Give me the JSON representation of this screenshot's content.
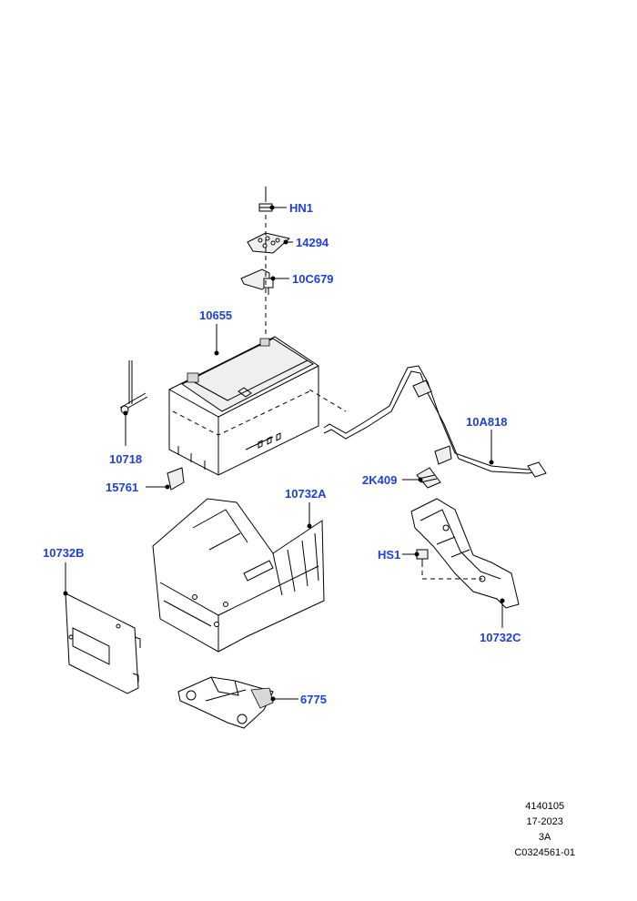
{
  "parts": {
    "hn1": "HN1",
    "p14294": "14294",
    "p10c679": "10C679",
    "p10655": "10655",
    "p10718": "10718",
    "p10a818": "10A818",
    "p15761": "15761",
    "p10732a": "10732A",
    "p2k409": "2K409",
    "p10732b": "10732B",
    "hs1": "HS1",
    "p10732c": "10732C",
    "p6775": "6775"
  },
  "footer": {
    "line1": "4140105",
    "line2": "17-2023",
    "line3": "3A",
    "line4": "C0324561-01"
  },
  "colors": {
    "label": "#1f3fd6",
    "line": "#000000",
    "background": "#ffffff"
  }
}
